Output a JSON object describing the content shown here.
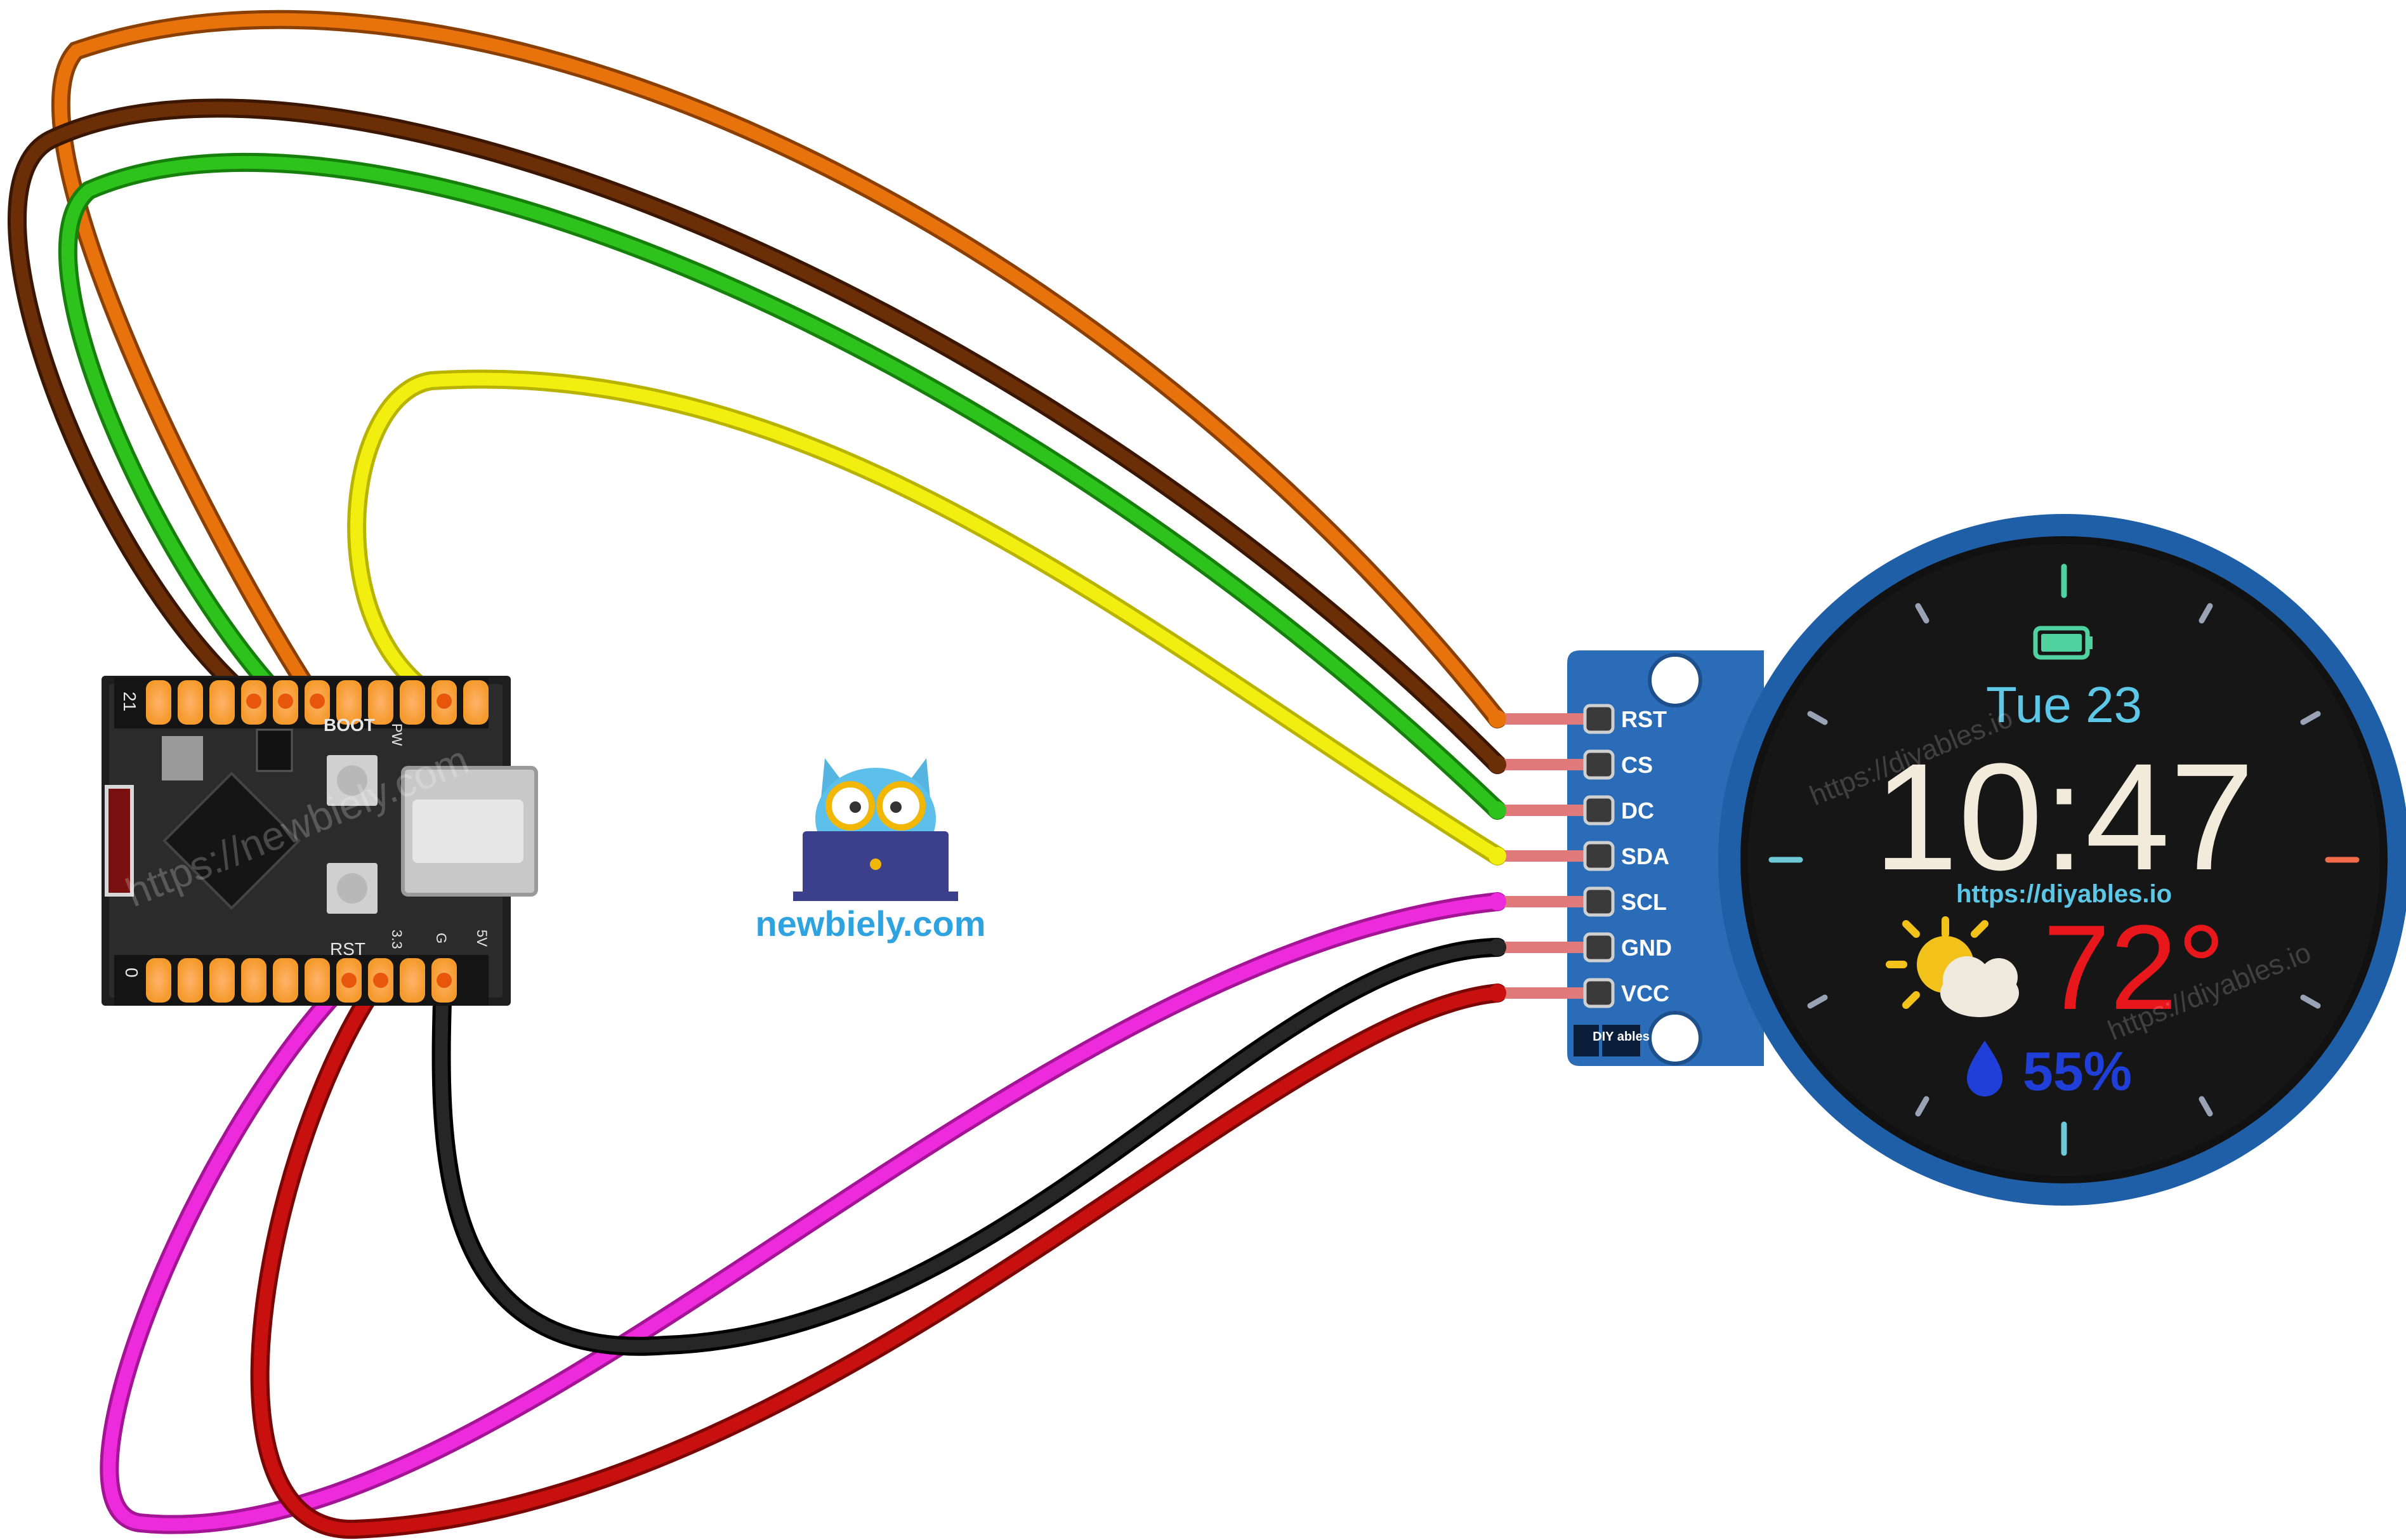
{
  "board": {
    "top_labels": [
      "21",
      "BOOT",
      "PW"
    ],
    "bottom_labels": [
      "0",
      "RST",
      "3.3",
      "G",
      "5V"
    ],
    "watermark": "https://newbiely.com"
  },
  "logo": {
    "text": "newbiely.com"
  },
  "display": {
    "pins": [
      "RST",
      "CS",
      "DC",
      "SDA",
      "SCL",
      "GND",
      "VCC"
    ],
    "brand": "DIY ables",
    "screen": {
      "date": "Tue 23",
      "time": "10:47",
      "url": "https://diyables.io",
      "temperature": "72°",
      "humidity": "55%",
      "watermark": "https://diyables.io"
    }
  },
  "wires": [
    {
      "pin": "RST",
      "color": "#e8720c"
    },
    {
      "pin": "CS",
      "color": "#6b2e06"
    },
    {
      "pin": "DC",
      "color": "#2ec21c"
    },
    {
      "pin": "SDA",
      "color": "#f2ee10"
    },
    {
      "pin": "SCL",
      "color": "#ee2bdc"
    },
    {
      "pin": "GND",
      "color": "#1a1a1a"
    },
    {
      "pin": "VCC",
      "color": "#c8110e"
    }
  ]
}
